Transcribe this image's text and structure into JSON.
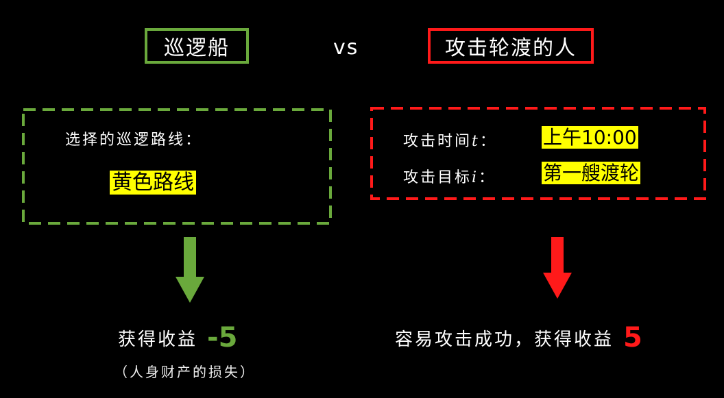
{
  "left": {
    "title": "巡逻船",
    "colour": "#6aa93c",
    "choice_label": "选择的巡逻路线：",
    "choice_value": "黄色路线",
    "gain_label": "获得收益",
    "gain_value": "-5",
    "note": "（人身财产的损失）"
  },
  "vs": "vs",
  "right": {
    "title": "攻击轮渡的人",
    "colour": "#ff1a1a",
    "time_label": "攻击时间",
    "time_var": "t",
    "time_value": "上午10:00",
    "target_label": "攻击目标",
    "target_var": "i",
    "target_value": "第一艘渡轮",
    "colon": "：",
    "gain_label": "容易攻击成功，获得收益",
    "gain_value": "5"
  }
}
